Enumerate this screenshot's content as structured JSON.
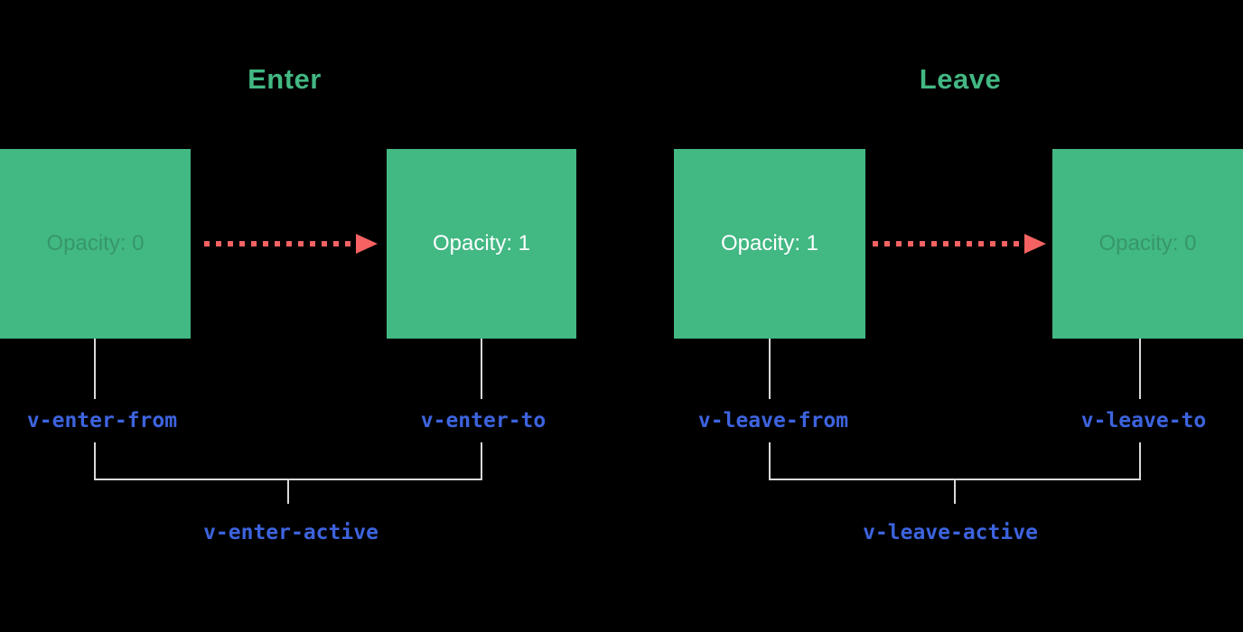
{
  "colors": {
    "background": "#000000",
    "box_green": "#42b883",
    "title_green": "#42b883",
    "arrow_red": "#f66262",
    "class_blue": "#3d63dd",
    "connector_gray": "#d9d9d9"
  },
  "enter": {
    "title": "Enter",
    "boxes": [
      {
        "label": "Opacity: 0",
        "state": "faded"
      },
      {
        "label": "Opacity: 1",
        "state": "solid"
      }
    ],
    "classes": {
      "from": "v-enter-from",
      "to": "v-enter-to",
      "active": "v-enter-active"
    }
  },
  "leave": {
    "title": "Leave",
    "boxes": [
      {
        "label": "Opacity: 1",
        "state": "solid"
      },
      {
        "label": "Opacity: 0",
        "state": "faded"
      }
    ],
    "classes": {
      "from": "v-leave-from",
      "to": "v-leave-to",
      "active": "v-leave-active"
    }
  }
}
